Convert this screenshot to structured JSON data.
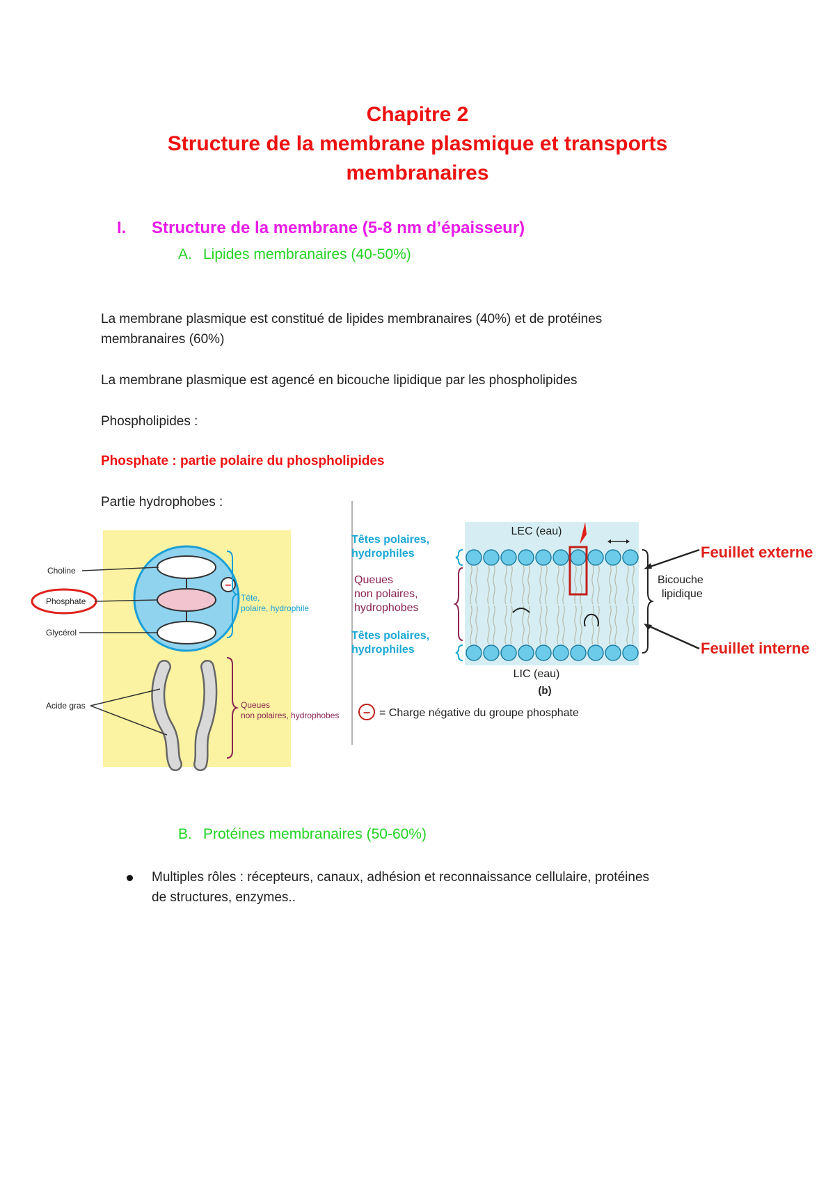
{
  "header": {
    "chapter": "Chapitre 2",
    "title_line1": "Structure de la membrane plasmique et transports",
    "title_line2": "membranaires"
  },
  "section1": {
    "number": "I.",
    "title": "Structure de la membrane (5-8 nm d’épaisseur)"
  },
  "subA": {
    "letter": "A.",
    "title": "Lipides membranaires (40-50%)"
  },
  "paragraphs": {
    "p1_line1": "La membrane plasmique est constitué de lipides membranaires (40%) et de protéines",
    "p1_line2": "membranaires (60%)",
    "p2": "La membrane plasmique est agencé en bicouche lipidique par les phospholipides",
    "p3": "Phospholipides :",
    "p4": "Phosphate : partie polaire du phospholipides",
    "p5": "Partie hydrophobes :"
  },
  "figure_left": {
    "choline": "Choline",
    "phosphate": "Phosphate",
    "glycerol": "Glycérol",
    "acide_gras": "Acide gras",
    "tete_line1": "Tête,",
    "tete_line2": "polaire, hydrophile",
    "queues_line1": "Queues",
    "queues_line2": "non polaires, hydrophobes",
    "minus": "–"
  },
  "figure_right": {
    "lec": "LEC (eau)",
    "lic": "LIC (eau)",
    "tetes_top_1": "Têtes polaires,",
    "tetes_top_2": "hydrophiles",
    "queues_1": "Queues",
    "queues_2": "non polaires,",
    "queues_3": "hydrophobes",
    "tetes_bot_1": "Têtes polaires,",
    "tetes_bot_2": "hydrophiles",
    "bicouche_1": "Bicouche",
    "bicouche_2": "lipidique",
    "feuillet_externe": "Feuillet externe",
    "feuillet_interne": "Feuillet interne",
    "panel_label": "(b)",
    "legend": "= Charge négative du groupe phosphate",
    "legend_minus": "–"
  },
  "subB": {
    "letter": "B.",
    "title": "Protéines membranaires (50-60%)"
  },
  "bullet": {
    "line1": "Multiples rôles : récepteurs, canaux, adhésion et reconnaissance cellulaire, protéines",
    "line2": "de structures, enzymes.."
  },
  "colors": {
    "title_red": "#ee1111",
    "section_magenta": "#e81ce8",
    "sub_green": "#22d322",
    "fig_blue": "#1aa7d6",
    "fig_maroon": "#8b2252"
  }
}
